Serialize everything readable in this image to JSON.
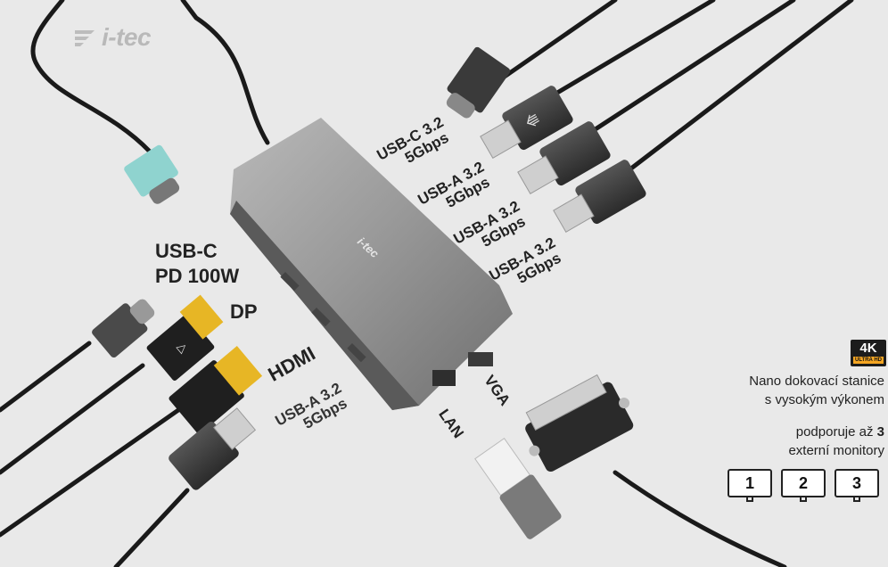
{
  "brand": "i-tec",
  "hub_logo": "i-tec",
  "ports": {
    "usbc_top": {
      "line1": "USB-C 3.2",
      "line2": "5Gbps"
    },
    "usba_1": {
      "line1": "USB-A 3.2",
      "line2": "5Gbps"
    },
    "usba_2": {
      "line1": "USB-A 3.2",
      "line2": "5Gbps"
    },
    "usba_3": {
      "line1": "USB-A 3.2",
      "line2": "5Gbps"
    },
    "usbc_pd": {
      "line1": "USB-C",
      "line2": "PD 100W"
    },
    "dp": "DP",
    "hdmi": "HDMI",
    "usba_left": {
      "line1": "USB-A 3.2",
      "line2": "5Gbps"
    },
    "lan": "LAN",
    "vga": "VGA"
  },
  "badge": {
    "main": "4K",
    "sub": "ULTRA HD"
  },
  "tagline": {
    "line1": "Nano dokovací stanice",
    "line2": "s vysokým výkonem"
  },
  "support": {
    "prefix": "podporuje až ",
    "count": "3",
    "line2": "externí monitory"
  },
  "monitors": [
    "1",
    "2",
    "3"
  ],
  "colors": {
    "background": "#e9e9e9",
    "hub": "#8f8f8f",
    "cable": "#1a1a1a",
    "teal": "#8fd3cf",
    "lan": "#7a7a7a",
    "accent": "#f5a623"
  },
  "icons": [
    "itec-logo-icon",
    "usb-trident-icon",
    "displayport-icon",
    "monitor-icon"
  ]
}
